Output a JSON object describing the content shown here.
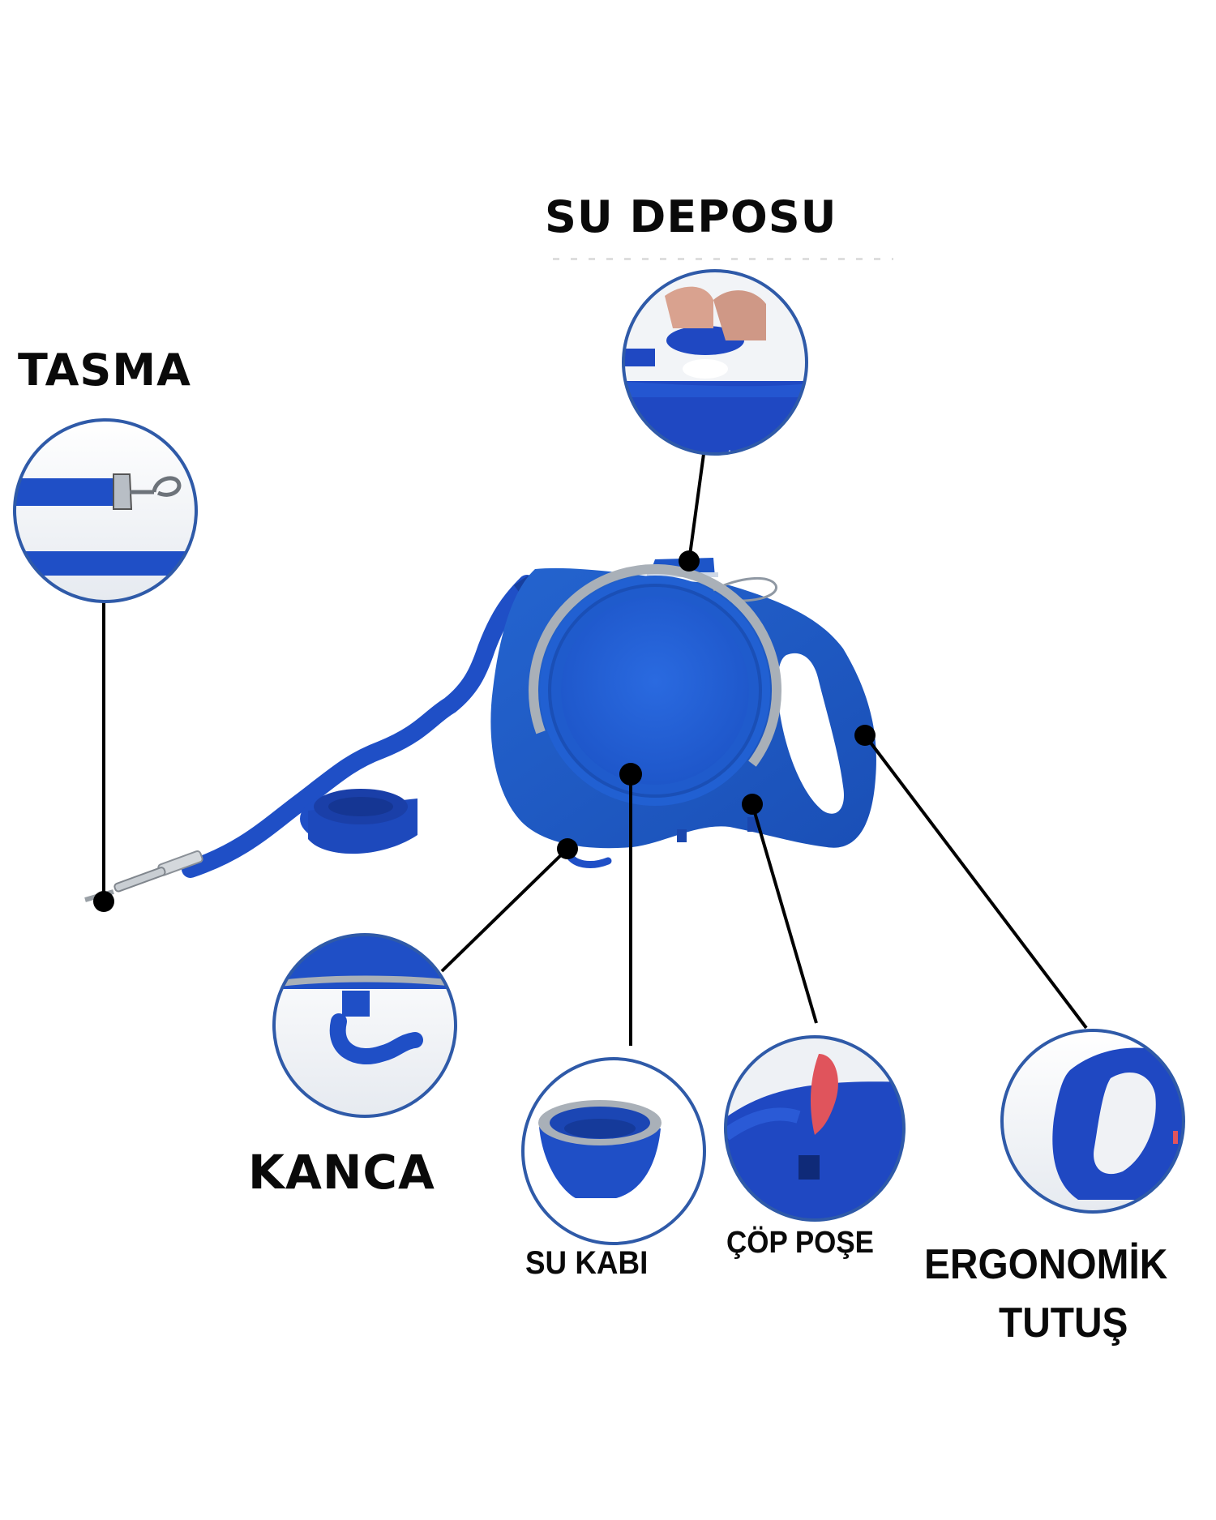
{
  "title": "Geri Sarılabilir Tasma Özellikleri",
  "colors": {
    "brand_blue": "#1f4fc6",
    "dark_blue": "#1a3fa8",
    "light_blue": "#2a63d8",
    "rim_gray": "#a9b0b8",
    "pointer": "#000000",
    "background": "#ffffff",
    "bag_red": "#e0545c"
  },
  "labels": {
    "su_deposu": "SU DEPOSU",
    "tasma": "TASMA",
    "kanca": "KANCA",
    "su_kabi": "SU KABI",
    "cop_pose": "ÇÖP POŞE",
    "ergonomik": "ERGONOMİK",
    "tutus": "TUTUŞ"
  },
  "callouts": [
    {
      "id": "su-deposu",
      "label": "SU DEPOSU",
      "detail": "water-tank-cap"
    },
    {
      "id": "tasma",
      "label": "TASMA",
      "detail": "leash-strap-with-clasp"
    },
    {
      "id": "kanca",
      "label": "KANCA",
      "detail": "hook"
    },
    {
      "id": "su-kabi",
      "label": "SU KABI",
      "detail": "collapsible-water-bowl"
    },
    {
      "id": "cop-pose",
      "label": "ÇÖP POŞE",
      "detail": "waste-bag-dispenser"
    },
    {
      "id": "ergonomik-tutus",
      "label": "ERGONOMİK TUTUŞ",
      "detail": "ergonomic-handle"
    }
  ]
}
